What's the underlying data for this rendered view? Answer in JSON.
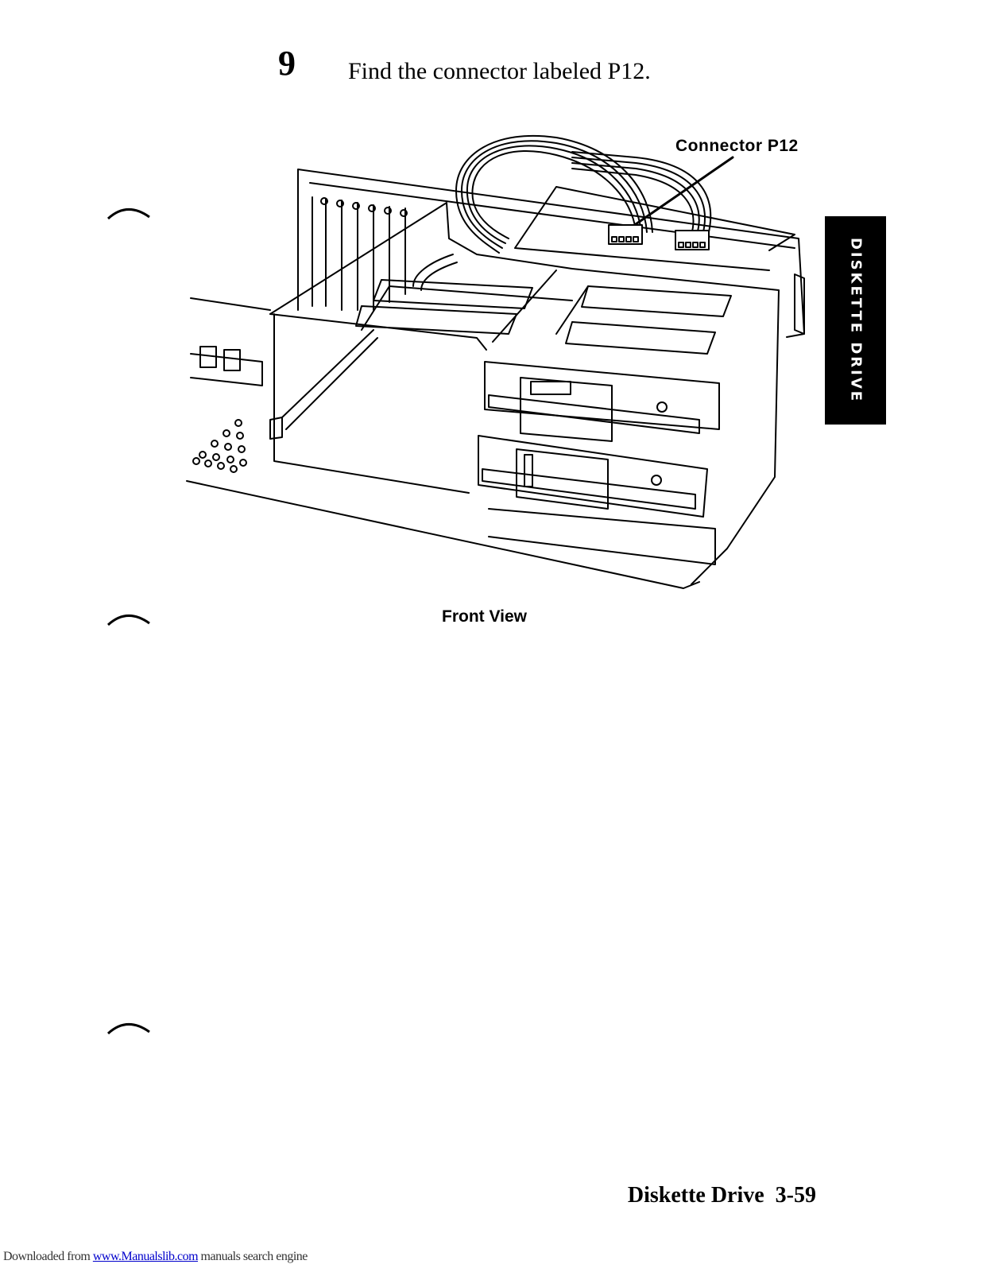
{
  "step": {
    "number": "9",
    "text": "Find the connector labeled P12."
  },
  "figure": {
    "callout_label": "Connector P12",
    "caption": "Front View"
  },
  "side_tab": {
    "label": "DISKETTE DRIVE"
  },
  "footer": {
    "section_title": "Diskette Drive",
    "page_number": "3-59"
  },
  "download_note": {
    "prefix": "Downloaded from ",
    "link_text": "www.Manualslib.com",
    "suffix": " manuals search engine"
  },
  "colors": {
    "ink": "#000000",
    "tab_background": "#000000",
    "tab_text": "#ffffff",
    "link": "#0000cc"
  }
}
